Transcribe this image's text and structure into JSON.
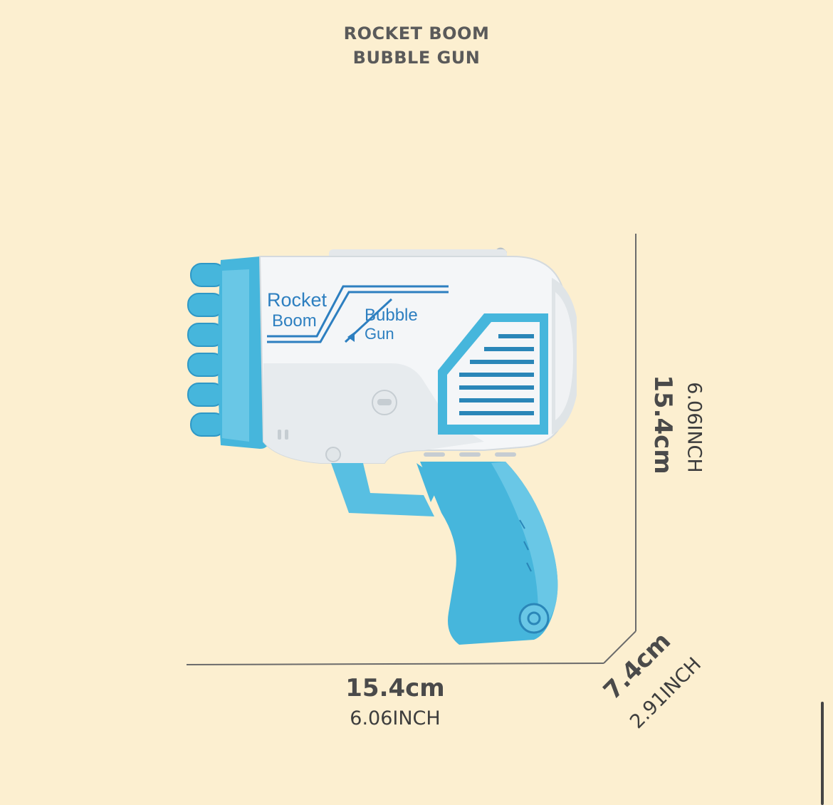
{
  "title": {
    "line1": "ROCKET BOOM",
    "line2": "BUBBLE GUN"
  },
  "product": {
    "label_line1": "Rocket",
    "label_line2": "Boom",
    "label_line3": "Bubble",
    "label_line4": "Gun",
    "colors": {
      "blue": "#46b6dc",
      "blue_dark": "#2a86b8",
      "white": "#f4f6f8",
      "grey": "#cfd4d8",
      "label": "#2d7fc0"
    }
  },
  "dimensions": {
    "width_cm": "15.4cm",
    "width_inch": "6.06INCH",
    "height_cm": "15.4cm",
    "height_inch": "6.06INCH",
    "depth_cm": "7.4cm",
    "depth_inch": "2.91INCH"
  },
  "background": "#fcefd0"
}
